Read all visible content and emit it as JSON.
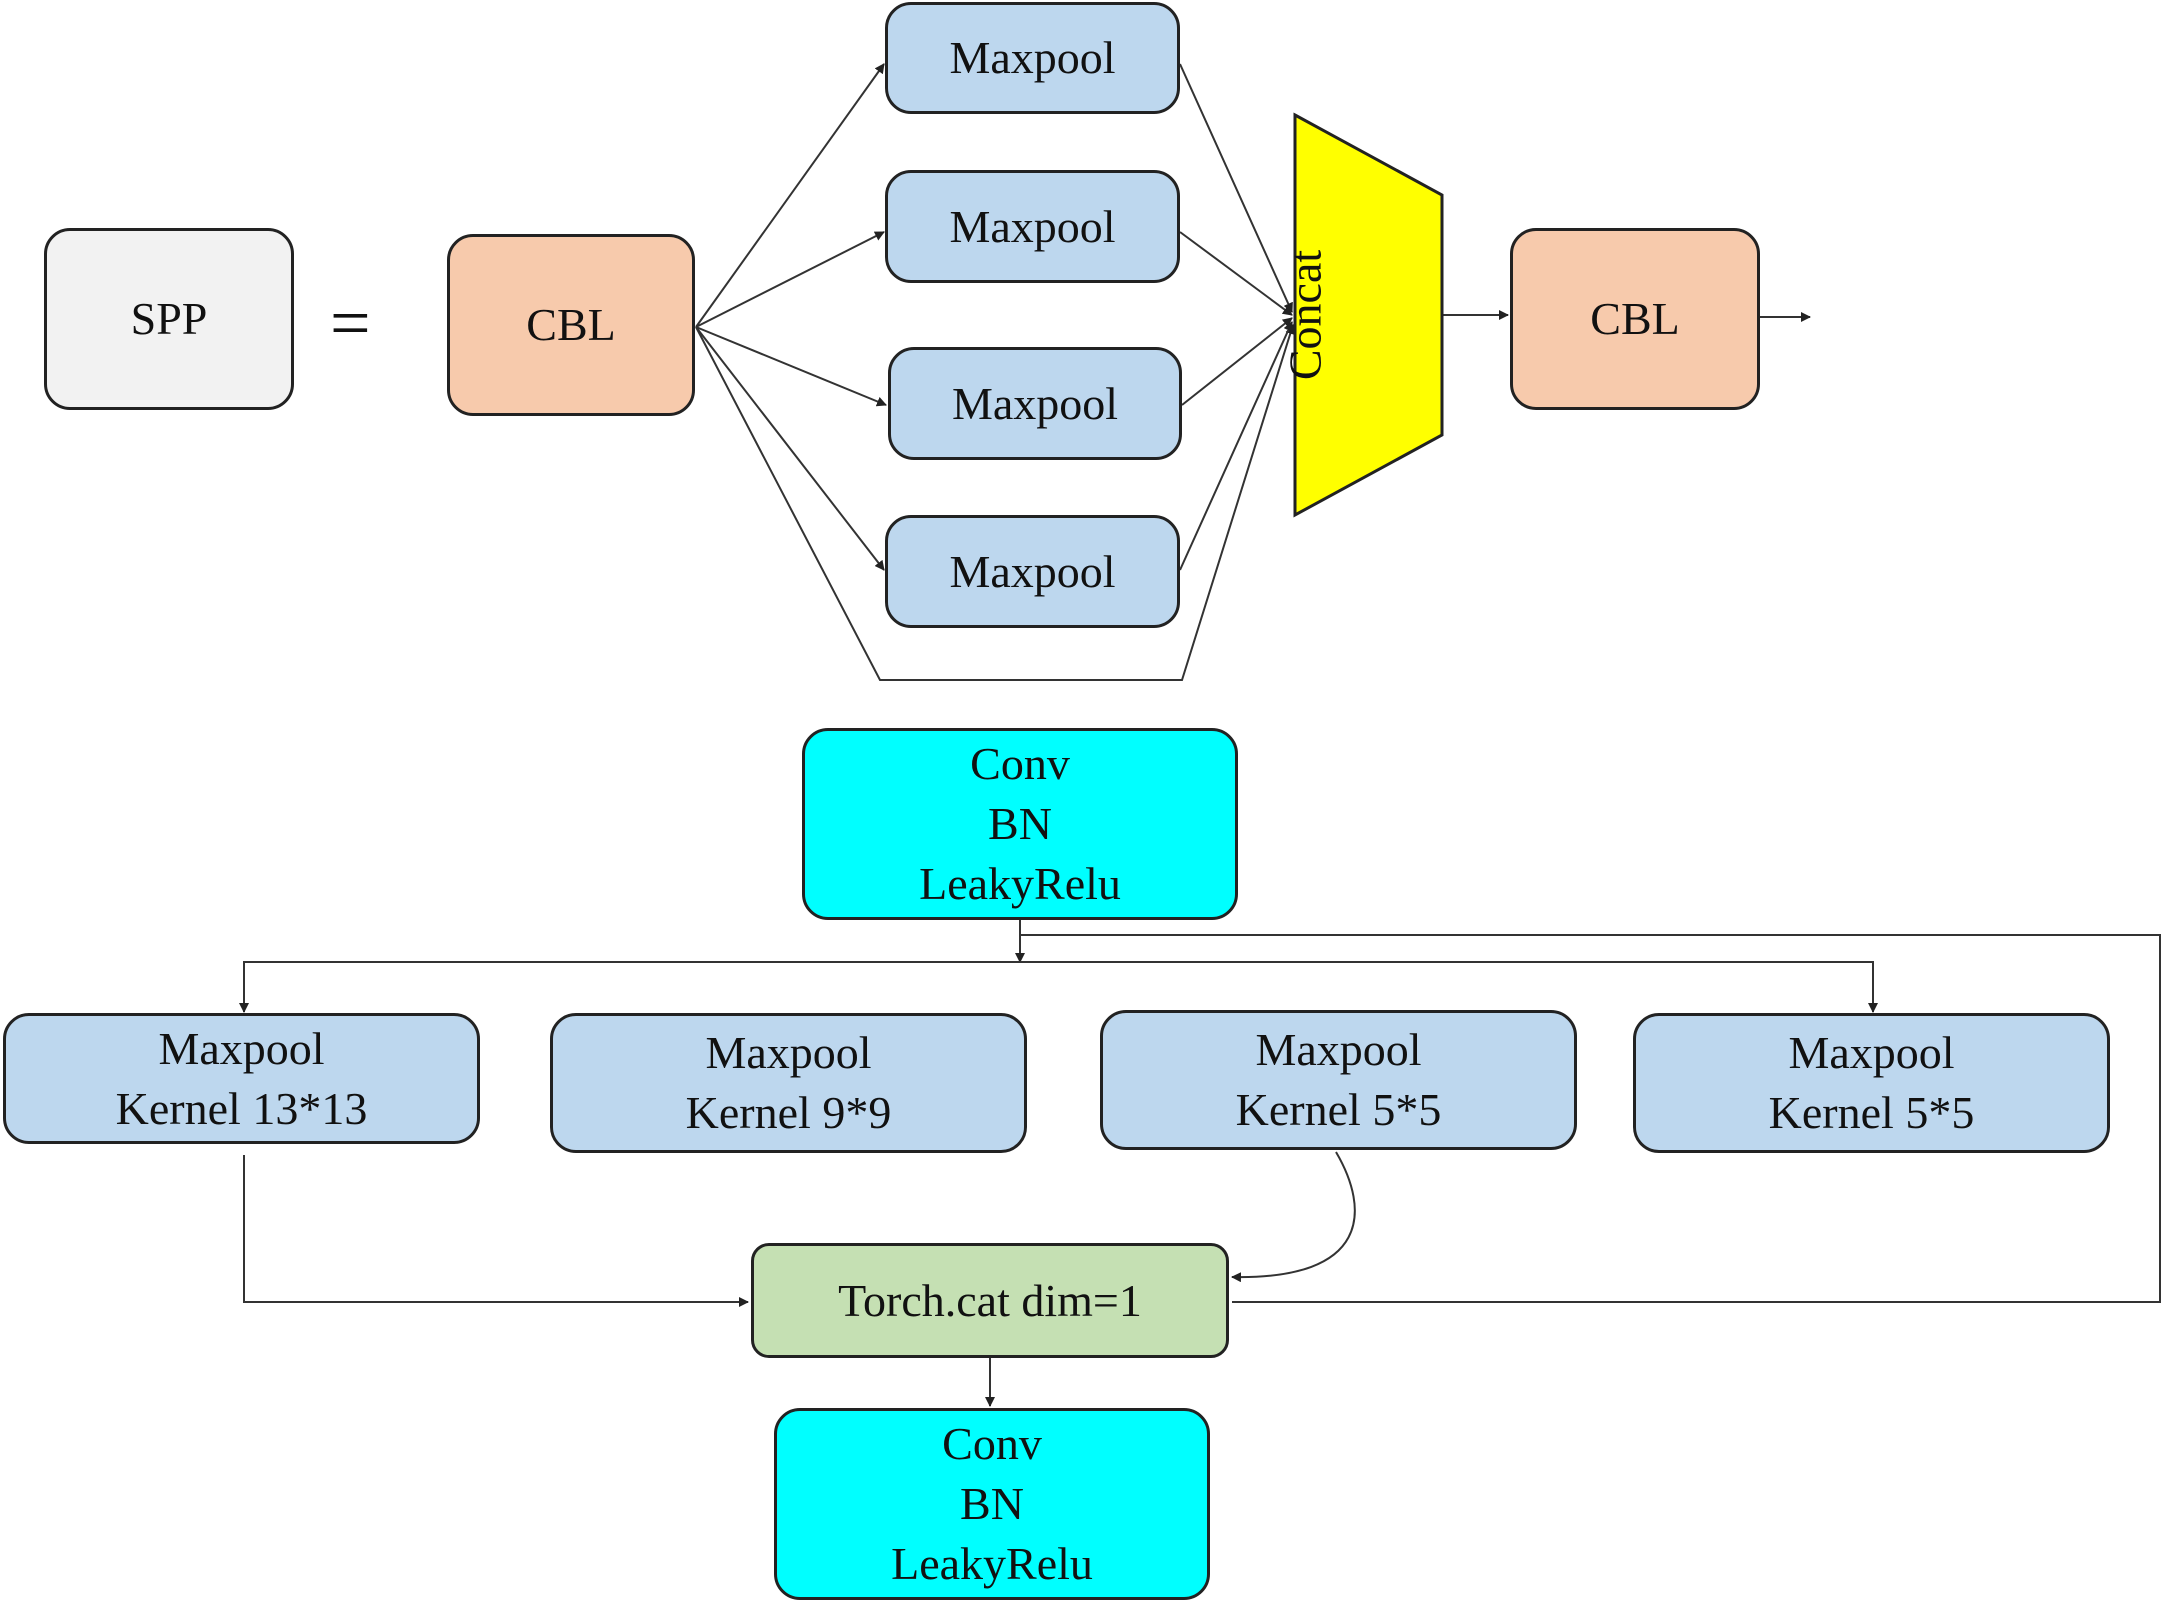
{
  "top": {
    "spp_label": "SPP",
    "equals": "=",
    "cbl_in": "CBL",
    "maxpool": [
      "Maxpool",
      "Maxpool",
      "Maxpool",
      "Maxpool"
    ],
    "concat": "Concat",
    "cbl_out": "CBL"
  },
  "bottom": {
    "conv_in": [
      "Conv",
      "BN",
      "LeakyRelu"
    ],
    "pools": [
      {
        "title": "Maxpool",
        "kernel": "Kernel 13*13"
      },
      {
        "title": "Maxpool",
        "kernel": "Kernel 9*9"
      },
      {
        "title": "Maxpool",
        "kernel": "Kernel 5*5"
      },
      {
        "title": "Maxpool",
        "kernel": "Kernel 5*5"
      }
    ],
    "cat": "Torch.cat dim=1",
    "conv_out": [
      "Conv",
      "BN",
      "LeakyRelu"
    ]
  },
  "colors": {
    "spp": "#f2f2f2",
    "cbl": "#f7caac",
    "maxpool": "#bdd7ee",
    "concat": "#ffff00",
    "conv": "#00ffff",
    "torch_cat": "#c5e0b3"
  }
}
